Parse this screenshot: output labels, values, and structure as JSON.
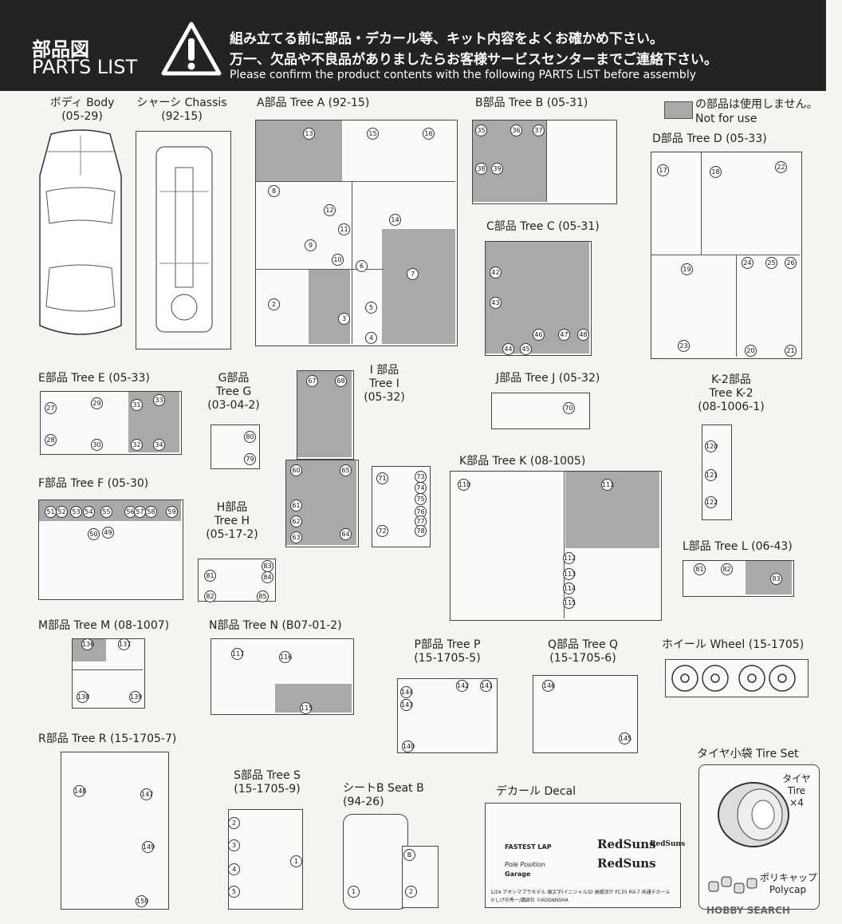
{
  "header": {
    "title_jp": "部品図",
    "title_en": "PARTS LIST",
    "notice_jp_1": "組み立てる前に部品・デカール等、キット内容をよくお確かめ下さい。",
    "notice_jp_2": "万一、欠品や不良品がありましたらお客様サービスセンターまでご連絡下さい。",
    "notice_en": "Please confirm the product contents with the following PARTS LIST before assembly"
  },
  "legend": {
    "jp": "の部品は使用しません。",
    "en": "Not for use"
  },
  "labels": {
    "body": [
      "ボディ Body",
      "(05-29)"
    ],
    "chassis": [
      "シャーシ Chassis",
      "(92-15)"
    ],
    "treeA": [
      "A部品 Tree A (92-15)"
    ],
    "treeB": [
      "B部品 Tree B (05-31)"
    ],
    "treeC": [
      "C部品 Tree C (05-31)"
    ],
    "treeD": [
      "D部品 Tree D (05-33)"
    ],
    "treeE": [
      "E部品 Tree E (05-33)"
    ],
    "treeG": [
      "G部品",
      "Tree G",
      "(03-04-2)"
    ],
    "treeI": [
      "I 部品",
      "Tree I",
      "(05-32)"
    ],
    "treeJ": [
      "J部品 Tree J (05-32)"
    ],
    "treeK2": [
      "K-2部品",
      "Tree K-2",
      "(08-1006-1)"
    ],
    "treeF": [
      "F部品 Tree F (05-30)"
    ],
    "treeH": [
      "H部品",
      "Tree H",
      "(05-17-2)"
    ],
    "treeK": [
      "K部品 Tree K (08-1005)"
    ],
    "treeL": [
      "L部品 Tree L (06-43)"
    ],
    "treeM": [
      "M部品 Tree M (08-1007)"
    ],
    "treeN": [
      "N部品 Tree N (B07-01-2)"
    ],
    "treeP": [
      "P部品 Tree P",
      "(15-1705-5)"
    ],
    "treeQ": [
      "Q部品 Tree Q",
      "(15-1705-6)"
    ],
    "wheel": [
      "ホイール Wheel (15-1705)"
    ],
    "treeR": [
      "R部品 Tree R (15-1705-7)"
    ],
    "tireset": [
      "タイヤ小袋 Tire Set"
    ],
    "treeS": [
      "S部品 Tree S",
      "(15-1705-9)"
    ],
    "seatB": [
      "シートB  Seat B",
      "(94-26)"
    ],
    "decal": [
      "デカール Decal"
    ]
  },
  "tire_set": {
    "tire_jp": "タイヤ",
    "tire_en": "Tire",
    "tire_qty": "×4",
    "poly_jp": "ポリキャップ",
    "poly_en": "Polycap"
  },
  "decal_sheet": {
    "texts": [
      "RedSuns",
      "RedSuns",
      "RedSuns",
      "FASTEST LAP",
      "Pole Position",
      "Garage"
    ],
    "footer_1": "1/24 アオシマプラモデル 頭文字(イニシャル)D 高橋涼介 FC3S RX-7 共通デカール",
    "footer_2": "©しげの秀一/講談社  ©KODANSHA"
  },
  "watermark": "HOBBY SEARCH",
  "part_numbers": {
    "treeA": [
      "13",
      "15",
      "16",
      "14",
      "8",
      "12",
      "11",
      "10",
      "9",
      "6",
      "7",
      "5",
      "3",
      "4",
      "2"
    ],
    "treeB": [
      "35",
      "36",
      "37",
      "38",
      "39"
    ],
    "treeC": [
      "42",
      "43",
      "44",
      "45",
      "46",
      "47",
      "48"
    ],
    "treeD": [
      "17",
      "18",
      "22",
      "19",
      "24",
      "25",
      "26",
      "23",
      "20",
      "21"
    ],
    "treeE": [
      "27",
      "29",
      "28",
      "30",
      "31",
      "32",
      "33",
      "34"
    ],
    "treeF": [
      "51",
      "52",
      "53",
      "54",
      "55",
      "56",
      "57",
      "58",
      "59",
      "50",
      "49"
    ],
    "treeG": [
      "80",
      "79"
    ],
    "treeH": [
      "83",
      "84",
      "81",
      "82",
      "85"
    ],
    "treeI": [
      "67",
      "68",
      "60",
      "61",
      "62",
      "63",
      "65",
      "64",
      "71",
      "72",
      "73",
      "74",
      "75",
      "76",
      "77",
      "78"
    ],
    "treeJ": [
      "70"
    ],
    "treeK2": [
      "120",
      "121",
      "122"
    ],
    "treeK": [
      "110",
      "111",
      "112",
      "113",
      "114",
      "115"
    ],
    "treeL": [
      "81",
      "82",
      "83"
    ],
    "treeM": [
      "136",
      "137",
      "138",
      "139"
    ],
    "treeN": [
      "117",
      "116",
      "115"
    ],
    "treeP": [
      "144",
      "143",
      "142",
      "141",
      "140"
    ],
    "treeQ": [
      "146",
      "145"
    ],
    "treeR": [
      "148",
      "147",
      "149",
      "150"
    ],
    "treeS": [
      "2",
      "3",
      "4",
      "5",
      "1"
    ],
    "seatB": [
      "B",
      "1",
      "2"
    ]
  }
}
